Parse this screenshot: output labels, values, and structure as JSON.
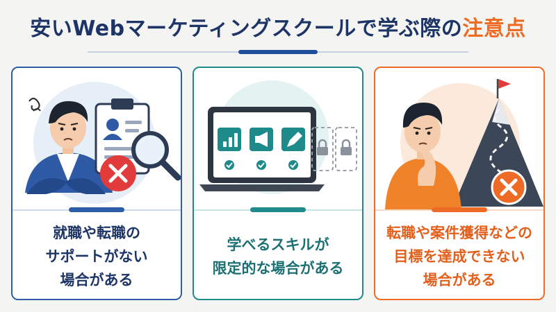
{
  "title": {
    "main": "安いWebマーケティングスクールで学ぶ際の",
    "highlight": "注意点"
  },
  "cards": [
    {
      "lines": [
        "就職や転職の",
        "サポートがない",
        "場合がある"
      ],
      "accent": "#2c5ea8",
      "icons": [
        "confused-person-icon",
        "clipboard-resume-icon",
        "magnifier-icon",
        "cross-icon"
      ]
    },
    {
      "lines": [
        "学べるスキルが",
        "限定的な場合がある"
      ],
      "accent": "#1f8a8a",
      "icons": [
        "laptop-icon",
        "chart-icon",
        "megaphone-icon",
        "pen-icon",
        "check-icon",
        "lock-icon"
      ]
    },
    {
      "lines": [
        "転職や案件獲得などの",
        "目標を達成できない",
        "場合がある"
      ],
      "accent": "#ee6b26",
      "icons": [
        "thinking-person-icon",
        "mountain-flag-icon",
        "cross-icon"
      ]
    }
  ]
}
